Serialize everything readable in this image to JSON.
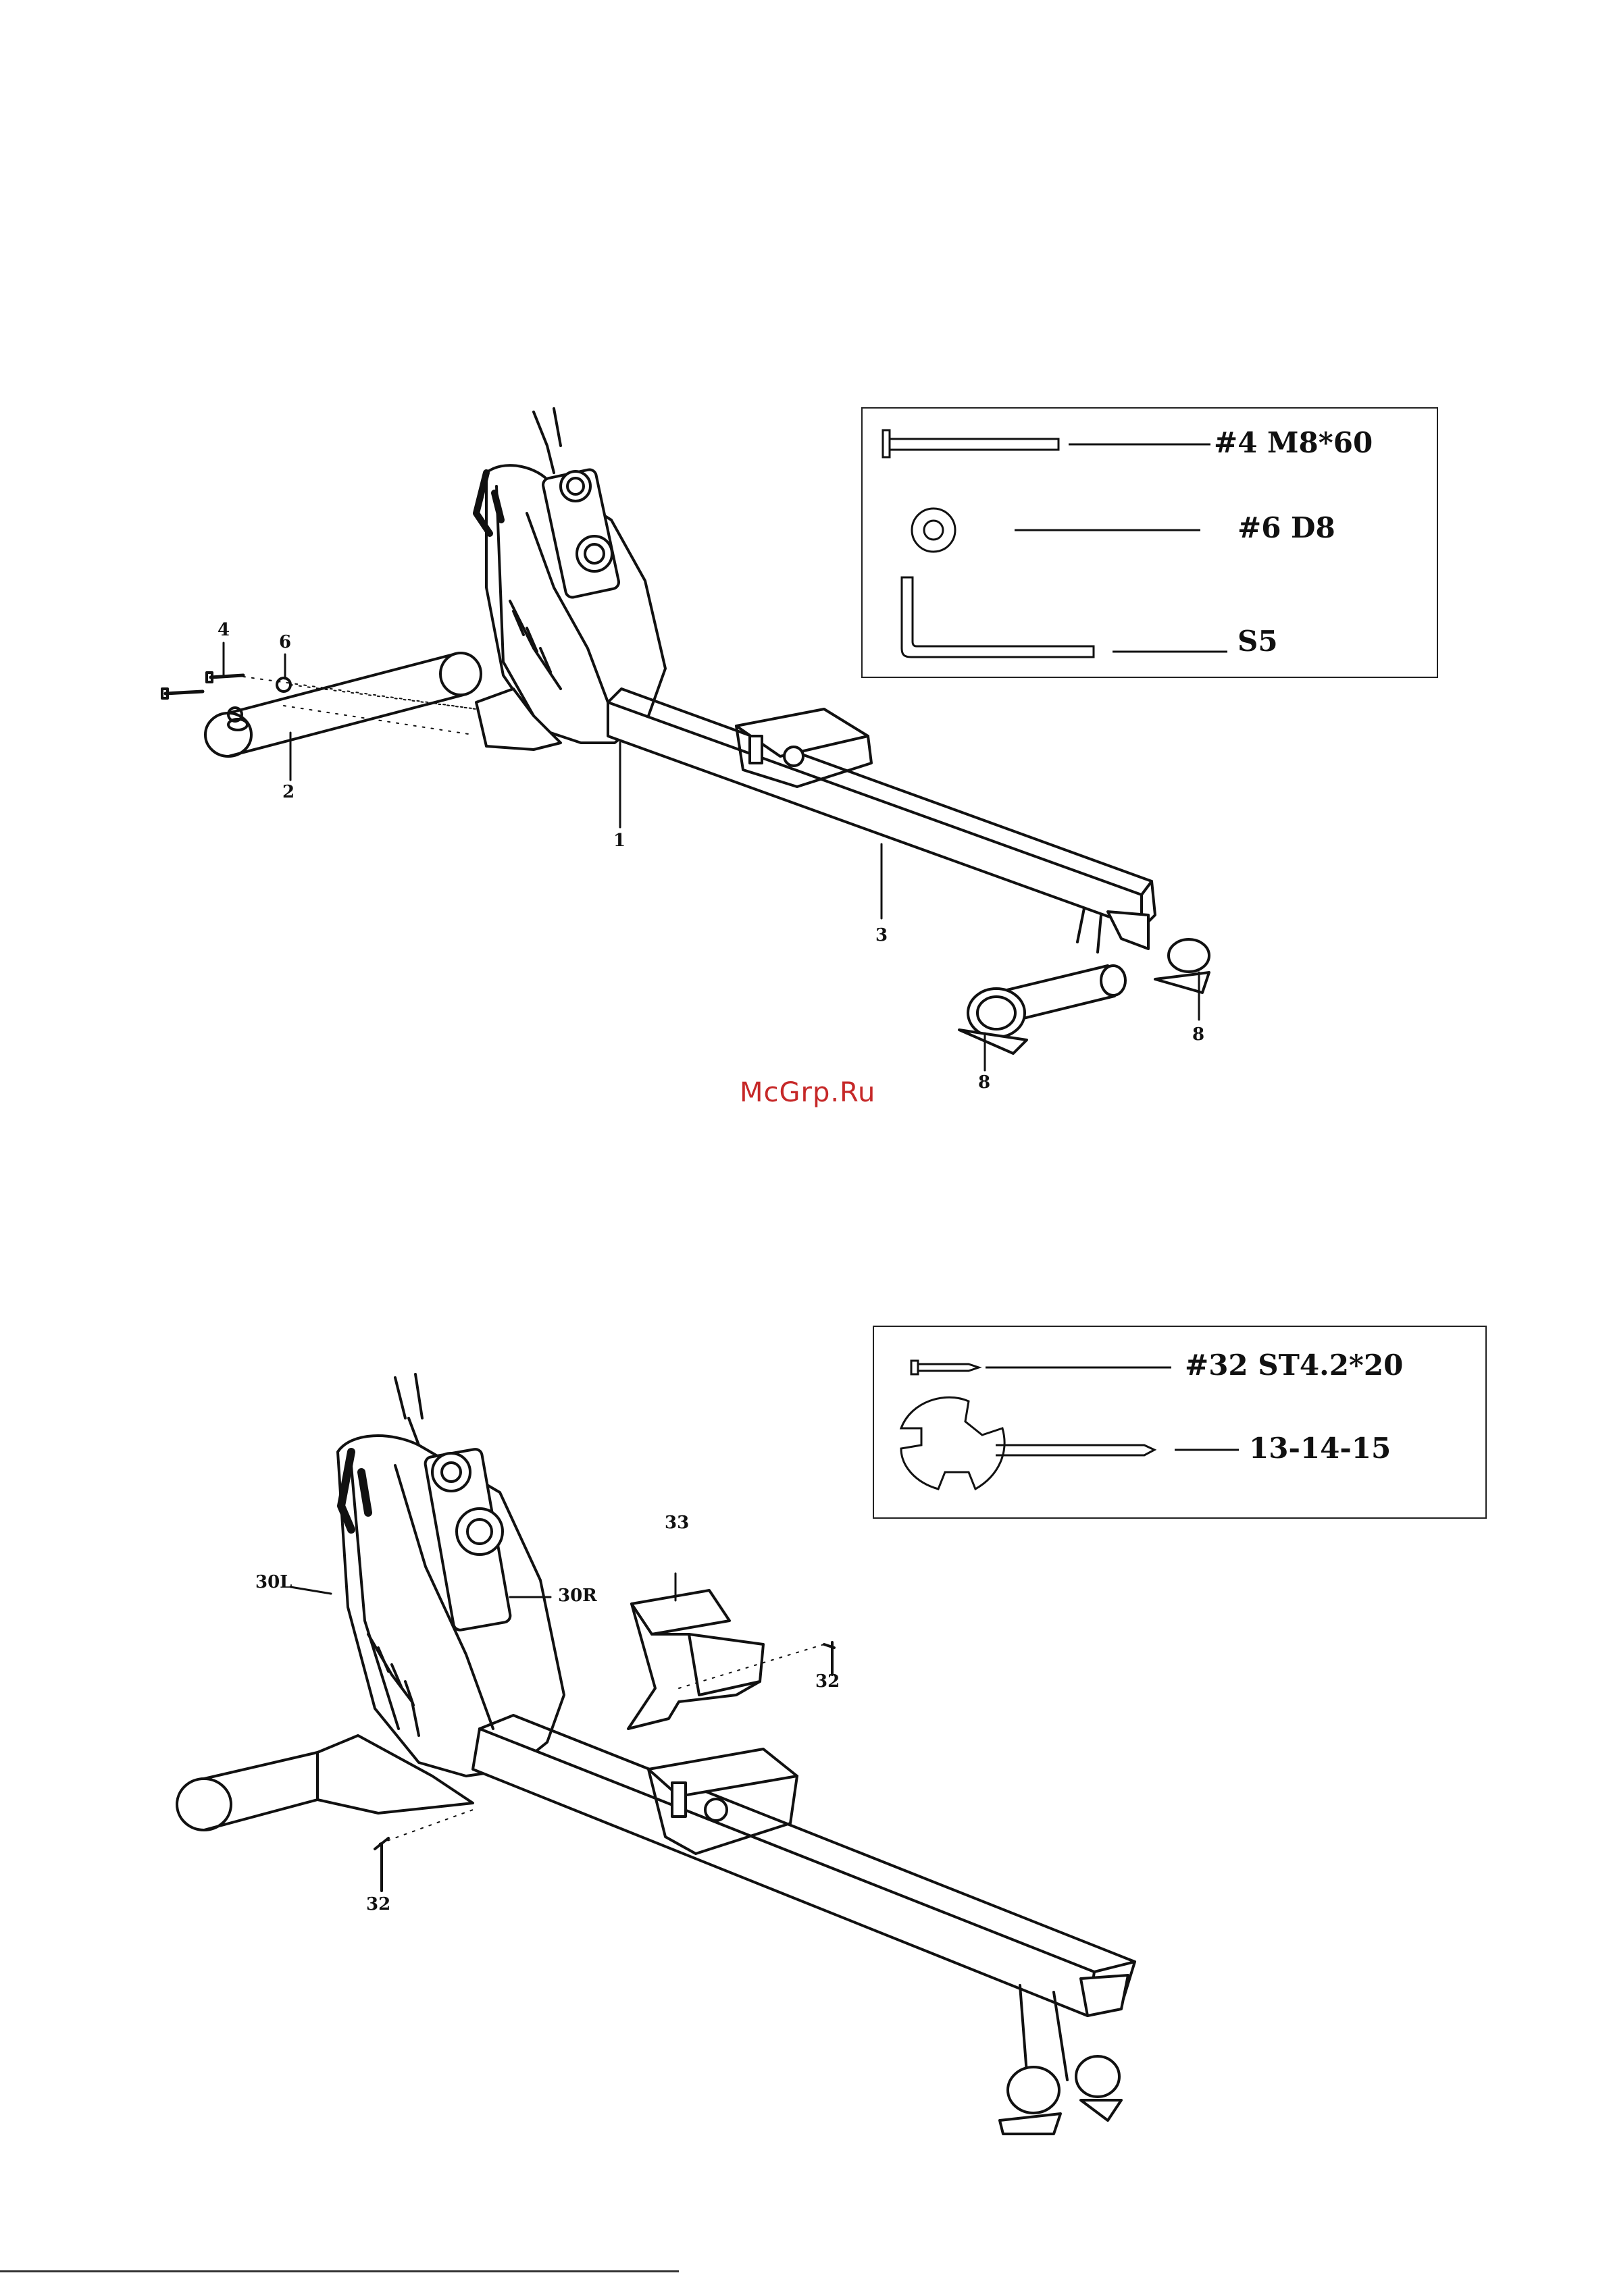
{
  "step1": {
    "callouts": {
      "p4": "4",
      "p6": "6",
      "p2": "2",
      "p1": "1",
      "p3": "3",
      "p8a": "8",
      "p8b": "8"
    },
    "hardware_box": {
      "bolt": "#4  M8*60",
      "washer": "#6  D8",
      "allen_key": "S5"
    }
  },
  "watermark": "McGrp.Ru",
  "step2": {
    "callouts": {
      "p30l": "30L",
      "p30r": "30R",
      "p33": "33",
      "p32a": "32",
      "p32b": "32"
    },
    "hardware_box": {
      "screw": "#32  ST4.2*20",
      "tool": "13-14-15"
    }
  },
  "colors": {
    "ink": "#111111",
    "watermark": "#c62828"
  }
}
